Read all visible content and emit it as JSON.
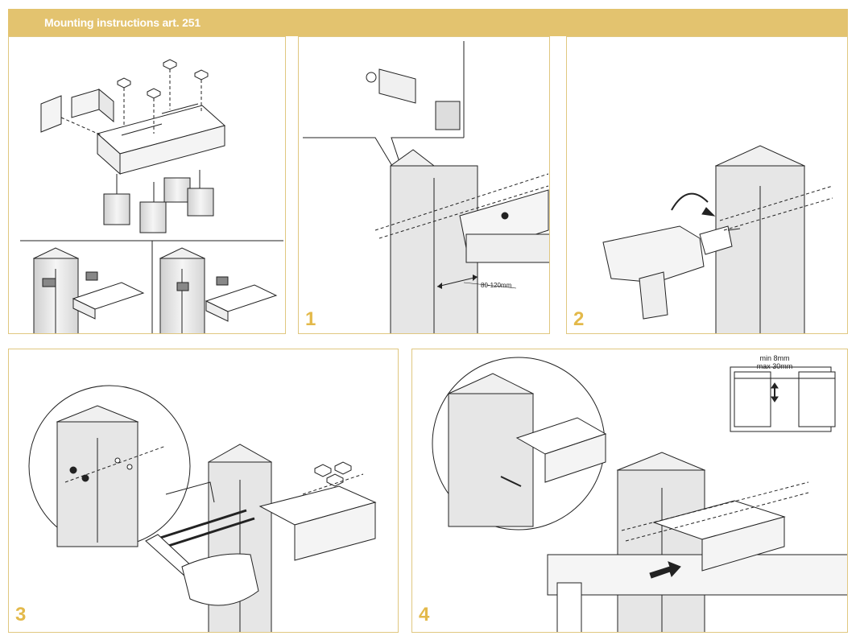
{
  "header": {
    "title": "Mounting instructions art. 251",
    "color": "#e3c36f"
  },
  "panels": {
    "overview": {},
    "step1": {
      "number": "1",
      "measurement": "80-120mm"
    },
    "step2": {
      "number": "2"
    },
    "step3": {
      "number": "3"
    },
    "step4": {
      "number": "4",
      "gap_min": "min 8mm",
      "gap_max": "max 30mm"
    }
  },
  "colors": {
    "accent": "#e3b94a",
    "border": "#e0c780",
    "line": "#222222",
    "post_fill": "#e9e9e9"
  },
  "icons": [
    "drill-icon",
    "wrench-icon",
    "spirit-level-icon",
    "hand-icon",
    "arrow-icon"
  ]
}
